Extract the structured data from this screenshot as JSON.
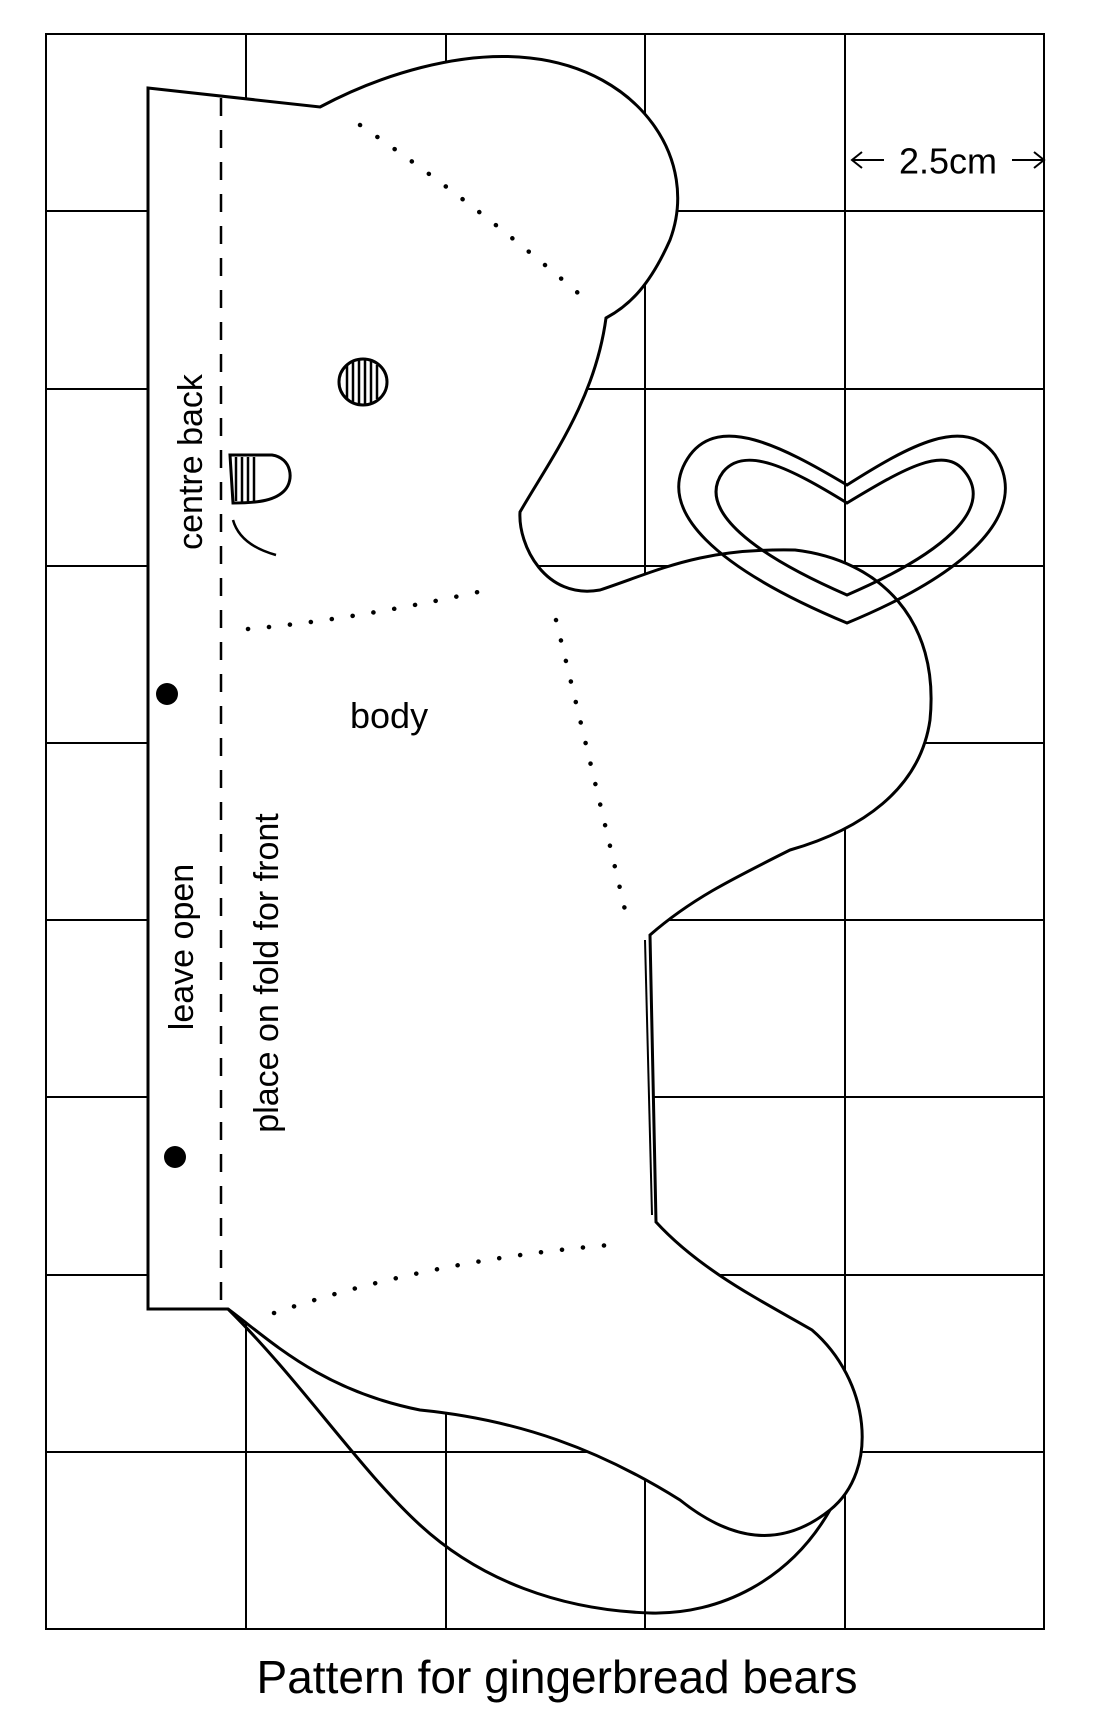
{
  "pattern": {
    "caption": "Pattern for gingerbread bears",
    "scale_label": "2.5cm",
    "grid": {
      "columns": 5,
      "rows": 9,
      "cell_size": "2.5cm"
    },
    "labels": {
      "centre_back": "centre back",
      "body": "body",
      "leave_open": "leave open",
      "fold": "place on fold for front"
    },
    "pieces": [
      "bear body",
      "heart"
    ],
    "colors": {
      "line": "#000000",
      "background": "#ffffff"
    }
  }
}
